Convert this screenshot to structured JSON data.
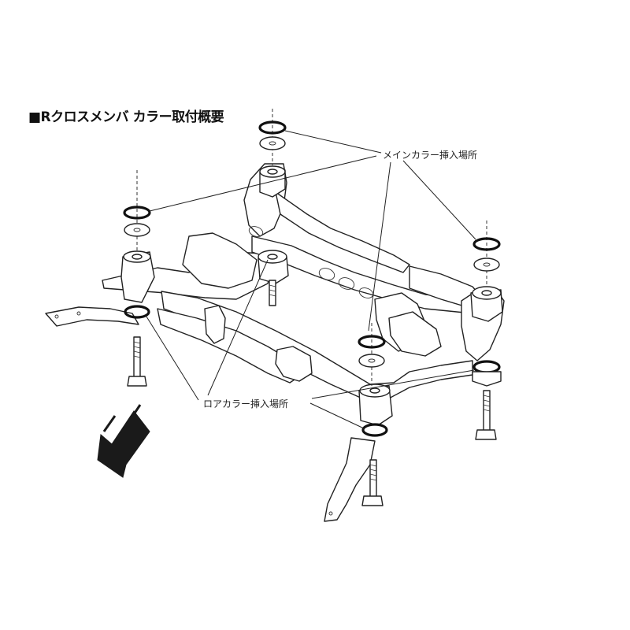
{
  "title": "■Rクロスメンバ カラー取付概要",
  "callouts": {
    "main_collar": "メインカラー挿入場所",
    "lower_collar": "ロアカラー挿入場所"
  },
  "colors": {
    "line": "#222222",
    "arrow": "#1a1a1a",
    "background": "#ffffff"
  }
}
